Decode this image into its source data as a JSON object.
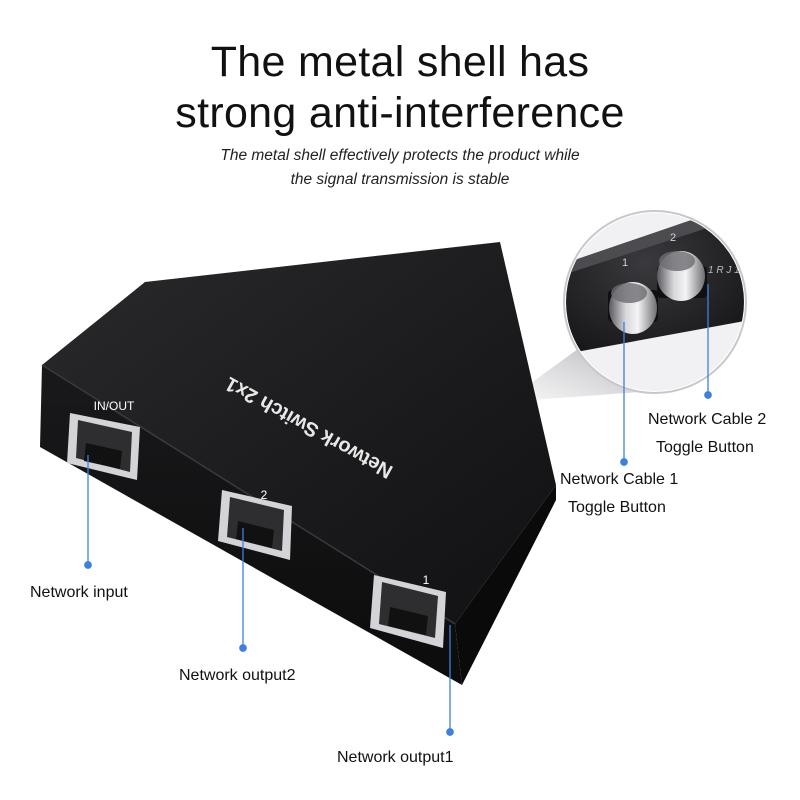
{
  "header": {
    "title_line1": "The metal shell has",
    "title_line2": "strong anti-interference",
    "subtitle_line1": "The metal shell effectively protects the product while",
    "subtitle_line2": "the signal transmission is stable"
  },
  "device": {
    "top_print": "Network Switch 2x1",
    "port_labels": [
      "IN/OUT",
      "2",
      "1"
    ]
  },
  "zoom": {
    "button_numbers": [
      "1",
      "2"
    ],
    "edge_print": "1 R J 1"
  },
  "callouts": {
    "network_input": "Network input",
    "network_output2": "Network output2",
    "network_output1": "Network output1",
    "cable1_line1": "Network Cable 1",
    "cable1_line2": "Toggle Button",
    "cable2_line1": "Network Cable 2",
    "cable2_line2": "Toggle Button"
  },
  "colors": {
    "accent": "#3f7fe0",
    "shell": "#1c1c1e"
  }
}
